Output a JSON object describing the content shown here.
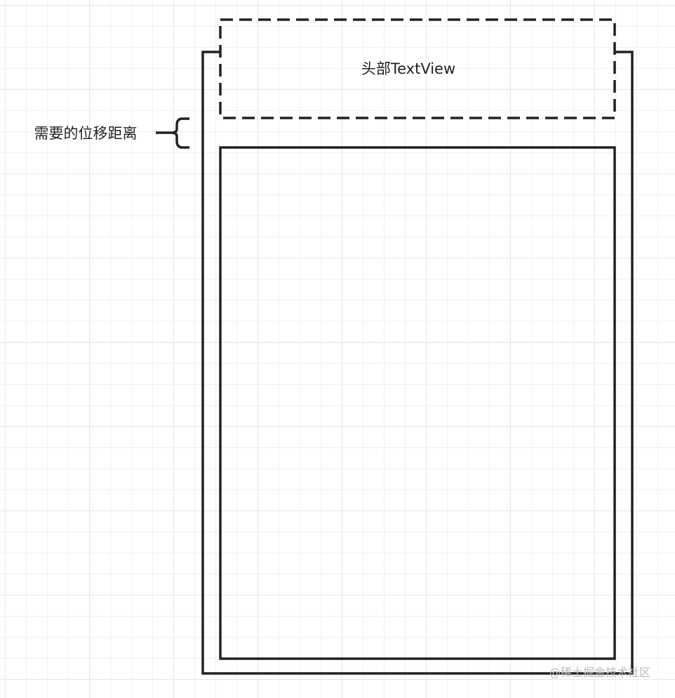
{
  "header_label": "头部TextView",
  "offset_label": "需要的位移距离",
  "watermark": "@稀土掘金技术社区",
  "colors": {
    "stroke": "#222222",
    "grid": "#e6e6e6"
  }
}
